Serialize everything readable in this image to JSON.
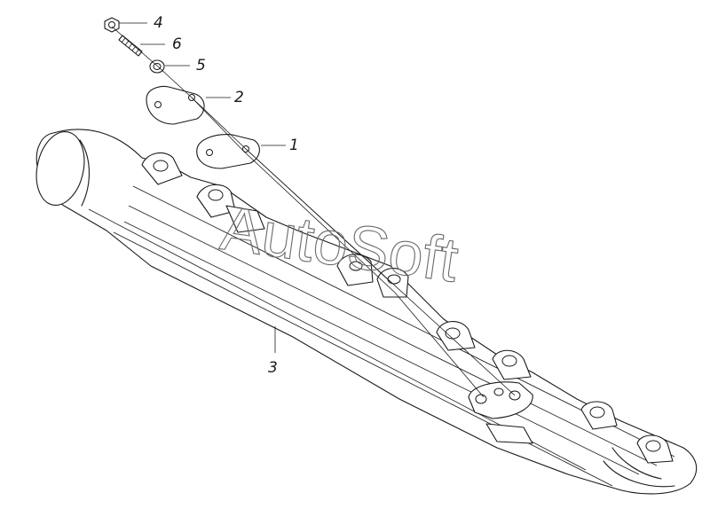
{
  "diagram": {
    "watermark": "AutoSoft",
    "callouts": [
      {
        "id": "callout-4",
        "number": "4"
      },
      {
        "id": "callout-6",
        "number": "6"
      },
      {
        "id": "callout-5",
        "number": "5"
      },
      {
        "id": "callout-2",
        "number": "2"
      },
      {
        "id": "callout-1",
        "number": "1"
      },
      {
        "id": "callout-3",
        "number": "3"
      }
    ]
  }
}
